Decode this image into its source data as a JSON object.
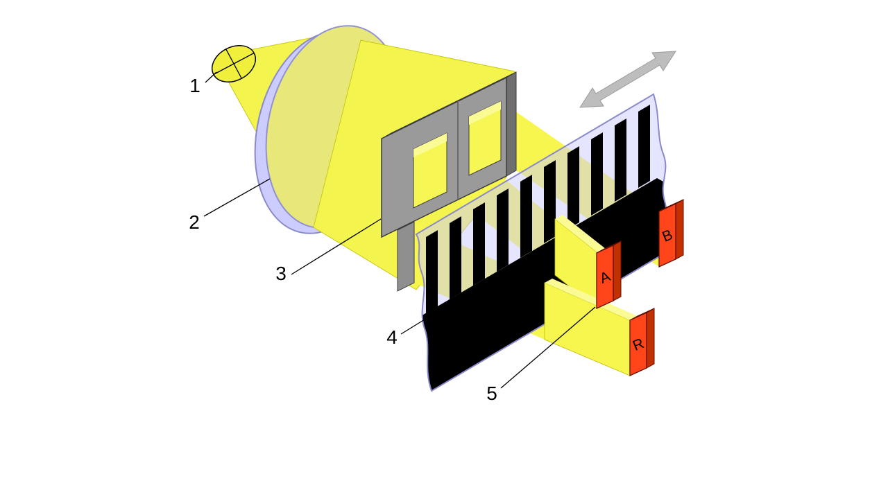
{
  "diagram": {
    "part_labels": [
      {
        "id": "lamp",
        "label": "1"
      },
      {
        "id": "lens",
        "label": "2"
      },
      {
        "id": "mask",
        "label": "3"
      },
      {
        "id": "scale",
        "label": "4"
      },
      {
        "id": "detector",
        "label": "5"
      }
    ],
    "sensor_labels": {
      "a": "A",
      "b": "B",
      "r": "R"
    },
    "colors": {
      "light_yellow": "#F4F44F",
      "lens_film_lavender": "#CCCCFF",
      "mask_gray": "#9A9A9A",
      "sensor_orange_red": "#FF4519",
      "stripe_black": "#000000",
      "motion_arrow_gray": "#BDBDBD"
    }
  }
}
